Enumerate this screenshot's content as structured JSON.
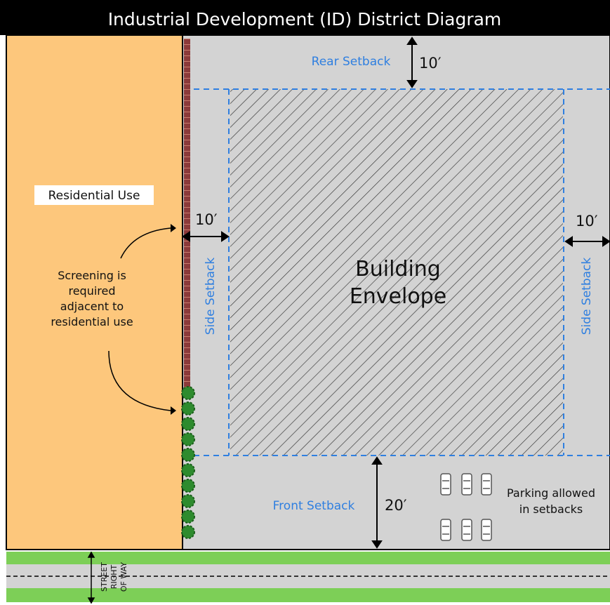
{
  "title": "Industrial Development (ID) District Diagram",
  "labels": {
    "rear_setback": "Rear Setback",
    "rear_dim": "10′",
    "left_side_dim": "10′",
    "right_side_dim": "10′",
    "side_setback_left": "Side Setback",
    "side_setback_right": "Side Setback",
    "front_setback": "Front Setback",
    "front_dim": "20′",
    "building_envelope": [
      "Building",
      "Envelope"
    ],
    "residential_use": "Residential Use",
    "screening_note": [
      "Screening is",
      "required",
      "adjacent to",
      "residential use"
    ],
    "parking_note": [
      "Parking allowed",
      "in setbacks"
    ],
    "street": [
      "STREET",
      "RIGHT",
      "OF WAY"
    ]
  },
  "colors": {
    "title_bar": "#000000",
    "residential": "#fdc77c",
    "lot": "#d3d3d3",
    "setback_line": "#2f7fe0",
    "wall": "#8b3a3a",
    "shrub": "#2e8b2e",
    "street_green": "#7dcf57",
    "street_gray": "#d3d3d3"
  },
  "icons": [
    "brick-wall",
    "shrub-icon",
    "parked-car-icon",
    "dimension-arrow-icon"
  ],
  "parking_spaces": 6,
  "shrub_count": 10
}
